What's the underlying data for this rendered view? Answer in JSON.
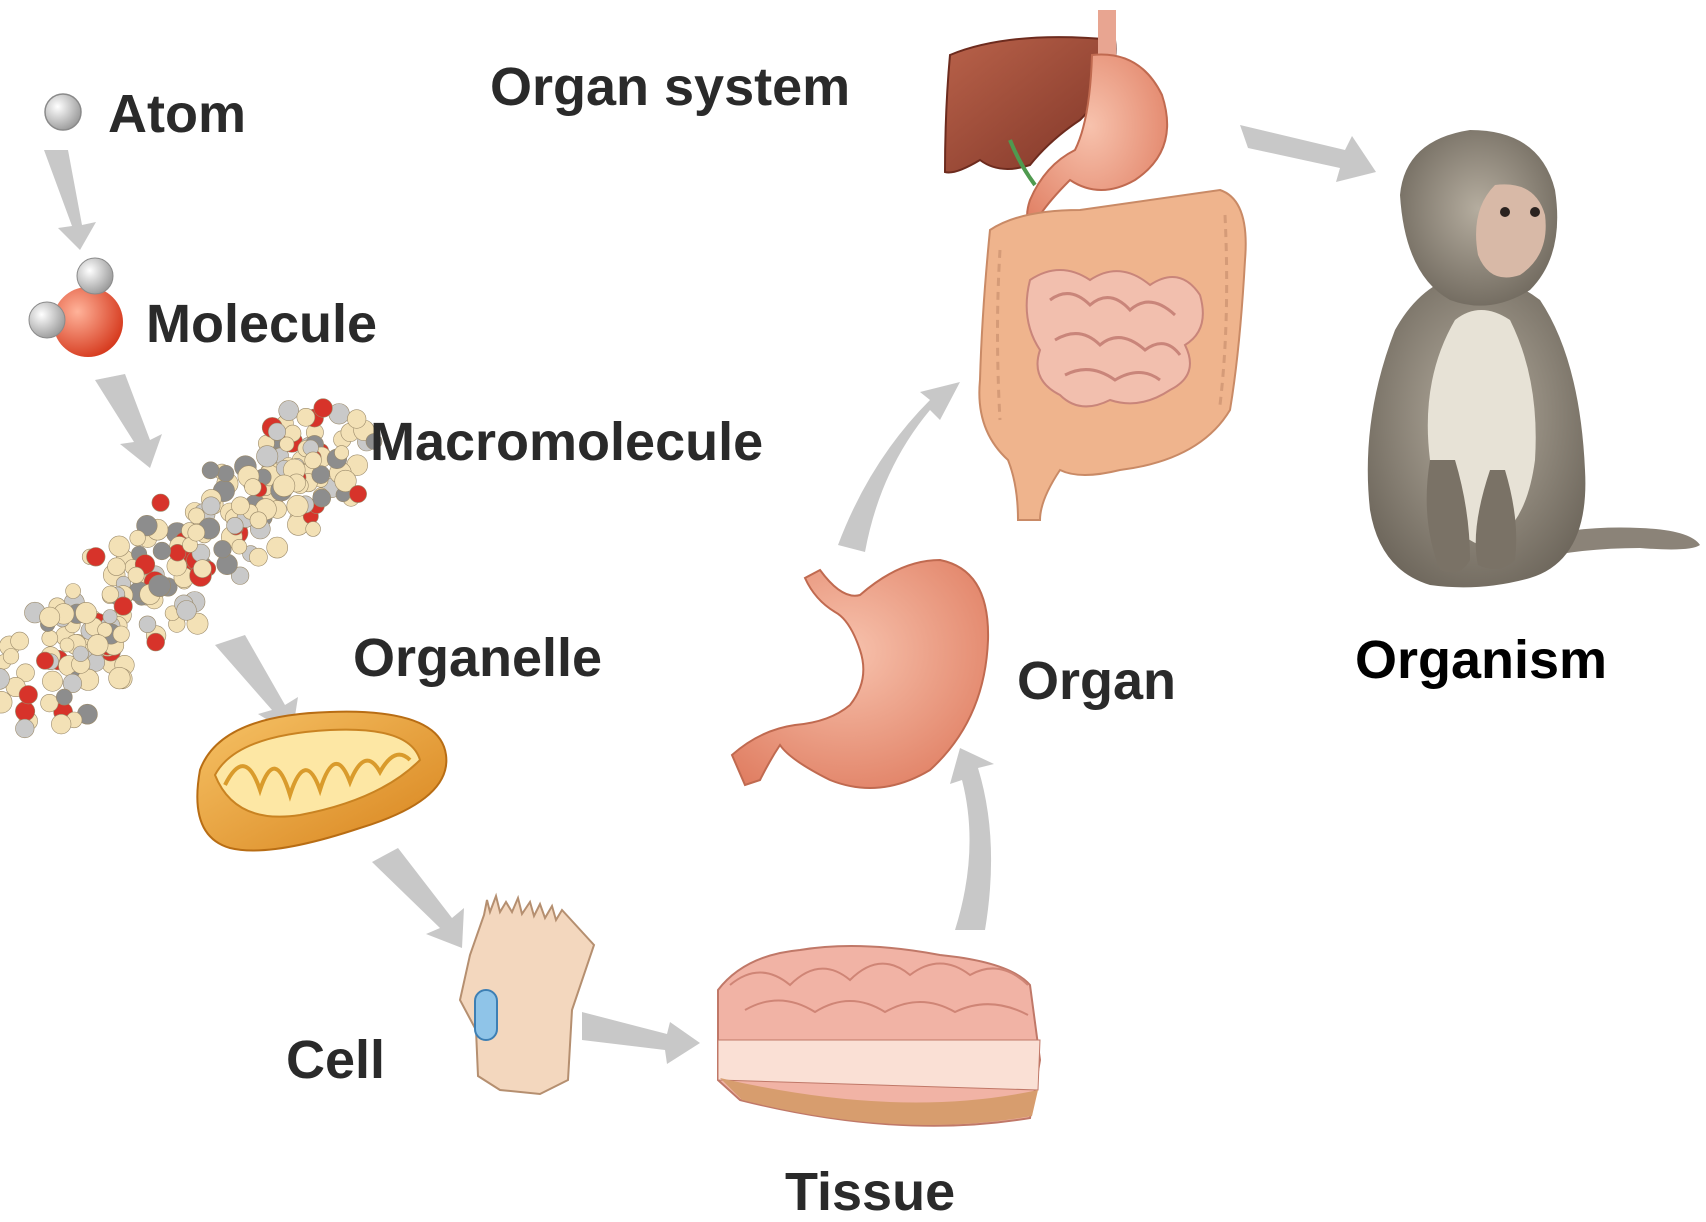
{
  "labels": {
    "atom": "Atom",
    "molecule": "Molecule",
    "macromolecule": "Macromolecule",
    "organelle": "Organelle",
    "cell": "Cell",
    "tissue": "Tissue",
    "organ": "Organ",
    "organ_system": "Organ system",
    "organism": "Organism"
  },
  "colors": {
    "arrow": "#c8c8c8",
    "label": "#2a2a2a",
    "atom_gray": "#d8d8d8",
    "molecule_red": "#e8553a",
    "mitochondrion_orange": "#e89a2c",
    "stomach_pink": "#eb9479",
    "liver_brown": "#9c4a36",
    "intestine_pink": "#e8b9a0",
    "monkey_fur": "#8f877a"
  },
  "icons": {
    "atom": "atom-sphere-icon",
    "molecule": "water-molecule-icon",
    "macromolecule": "protein-macromolecule-icon",
    "organelle": "mitochondrion-icon",
    "cell": "epithelial-cell-icon",
    "tissue": "tissue-block-icon",
    "organ": "stomach-icon",
    "organ_system": "digestive-system-icon",
    "organism": "monkey-icon"
  }
}
